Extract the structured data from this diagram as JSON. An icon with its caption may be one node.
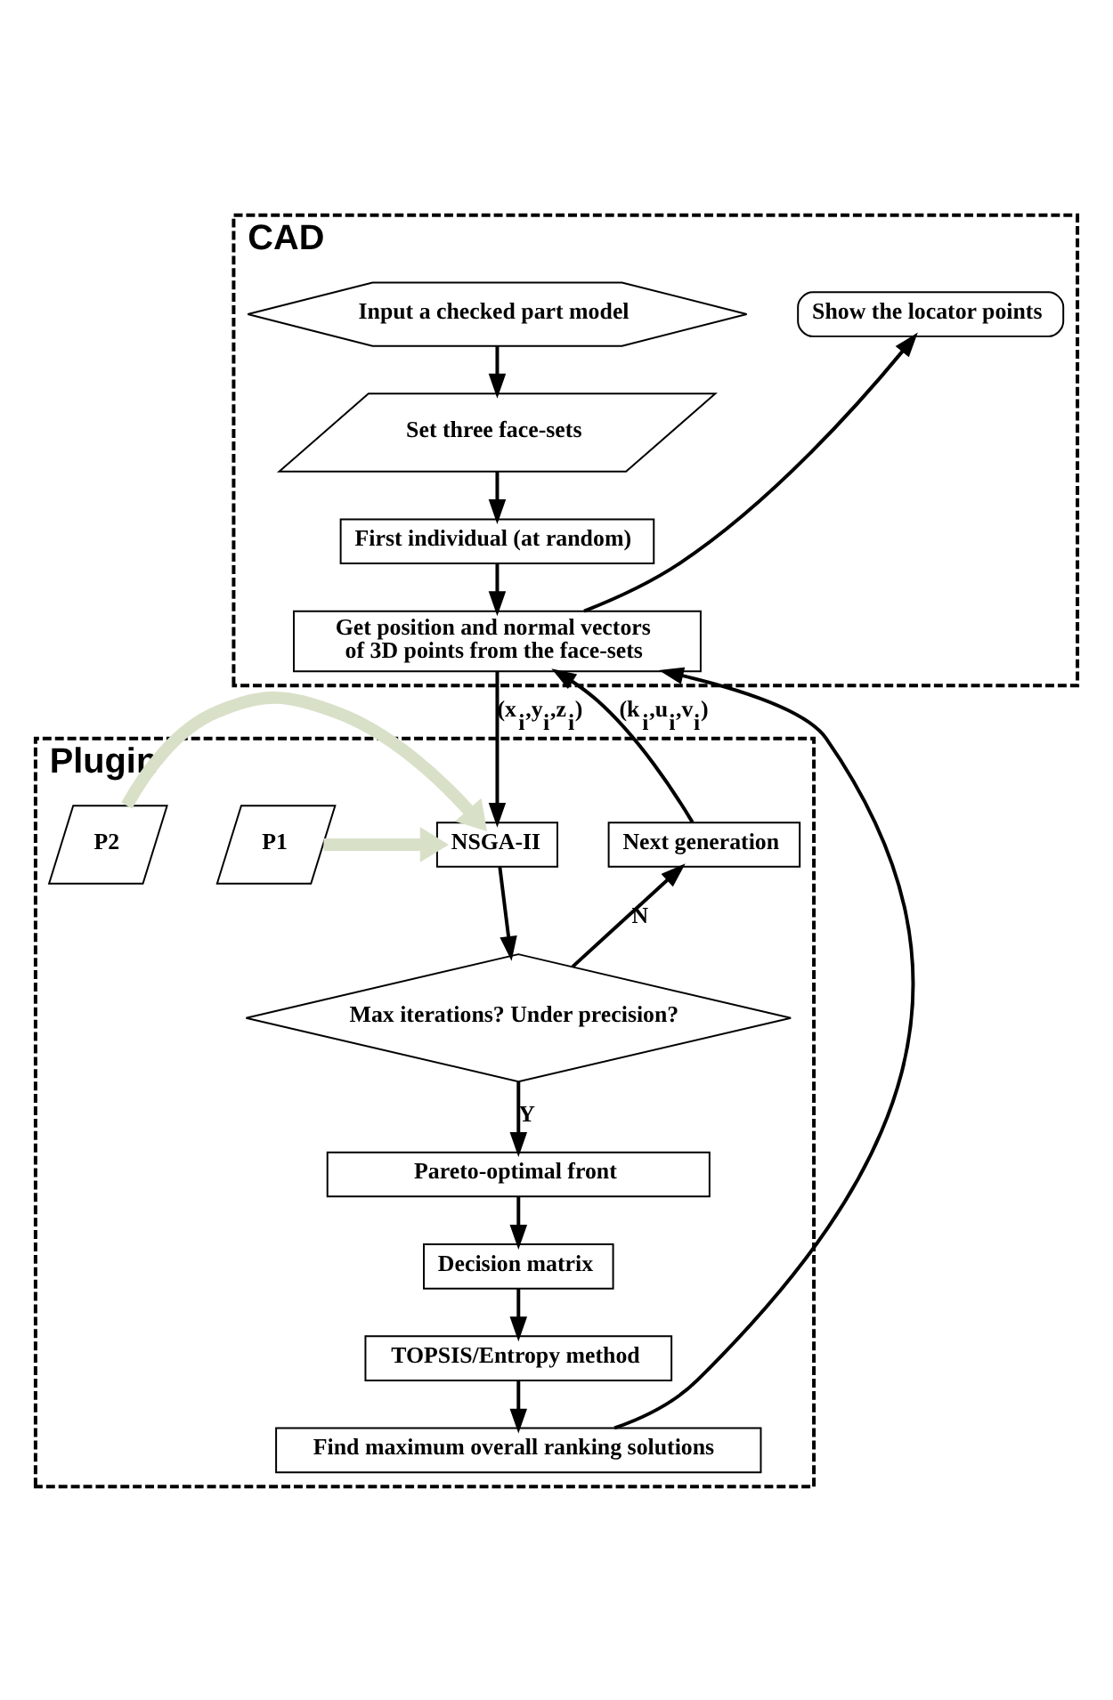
{
  "diagram": {
    "nodes": [
      {
        "text": [
          "CAD"
        ]
      },
      {
        "text": [
          "Show the locator points"
        ],
        "in": 0
      },
      {
        "text": [
          "Input a checked part model"
        ],
        "in": 0
      },
      {
        "text": [
          "Set three face-sets"
        ],
        "in": 0
      },
      {
        "text": [
          "First individual (at random)"
        ],
        "in": 0
      },
      {
        "text": [
          "Get position and normal vectors of 3D points from the face-sets"
        ],
        "in": 0
      },
      {
        "text": [
          "Plugin"
        ]
      },
      {
        "text": [
          "Next generation"
        ],
        "in": 6
      },
      {
        "text": [
          "NSGA-II"
        ],
        "in": 6
      },
      {
        "text": [
          "P1"
        ],
        "in": 6
      },
      {
        "text": [
          "P2"
        ],
        "in": 6
      },
      {
        "text": [
          "Max iterations? Under precision?"
        ],
        "in": 6
      },
      {
        "text": [
          "Pareto-optimal front"
        ],
        "in": 6
      },
      {
        "text": [
          "Decision matrix"
        ],
        "in": 6
      },
      {
        "text": [
          "TOPSIS/Entropy method"
        ],
        "in": 6
      },
      {
        "text": [
          "Find maximum overall ranking solutions"
        ],
        "in": 6
      }
    ],
    "edges": [
      {
        "from": 2,
        "to": 3,
        "arrow": "to"
      },
      {
        "from": 3,
        "to": 4,
        "arrow": "to"
      },
      {
        "from": 4,
        "to": 5,
        "arrow": "to"
      },
      {
        "from": 5,
        "to": 8,
        "arrow": "to",
        "label": "(x$_{i}$,y$_{i}$,z$_{i}$)"
      },
      {
        "from": 9,
        "to": 8,
        "arrow": "to",
        "style": "thick",
        "color": "#d8e0c8"
      },
      {
        "from": 10,
        "to": 8,
        "arrow": "to",
        "style": "thick",
        "color": "#d8e0c8"
      },
      {
        "from": 8,
        "to": 11,
        "arrow": "to"
      },
      {
        "from": 11,
        "to": 7,
        "arrow": "to",
        "label": "N"
      },
      {
        "from": 7,
        "to": 5,
        "arrow": "to",
        "label": "(k$_{i}$,u$_{i}$,v$_{i}$)"
      },
      {
        "from": 11,
        "to": 12,
        "arrow": "to",
        "label": "Y"
      },
      {
        "from": 12,
        "to": 13,
        "arrow": "to"
      },
      {
        "from": 13,
        "to": 14,
        "arrow": "to"
      },
      {
        "from": 14,
        "to": 15,
        "arrow": "to"
      },
      {
        "from": 15,
        "to": 5,
        "arrow": "to"
      },
      {
        "from": 5,
        "to": 1,
        "arrow": "to"
      }
    ]
  }
}
